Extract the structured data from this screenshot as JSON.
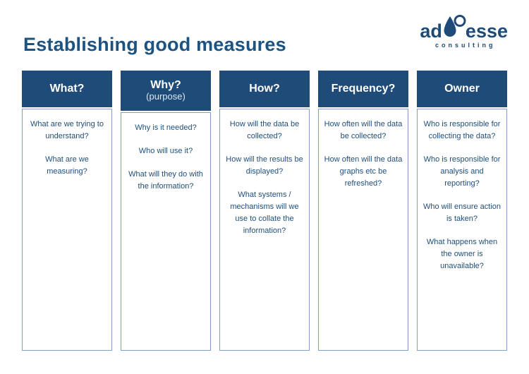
{
  "page_title": "Establishing good measures",
  "logo": {
    "text_left": "ad",
    "text_right": "esse",
    "tagline": "consulting"
  },
  "colors": {
    "header_navy": "#1e4b78",
    "title_blue": "#1c5380",
    "body_text_blue": "#1f4e79",
    "box_border_blue": "#7f9fc4",
    "subheader_light": "#dce8f3"
  },
  "columns": [
    {
      "header": "What?",
      "subheader": "",
      "questions": [
        "What are we trying to understand?",
        "What are we measuring?"
      ]
    },
    {
      "header": "Why?",
      "subheader": "(purpose)",
      "questions": [
        "Why is it needed?",
        "Who will use it?",
        "What will they do with the information?"
      ]
    },
    {
      "header": "How?",
      "subheader": "",
      "questions": [
        "How will the data be collected?",
        "How will the results be displayed?",
        "What systems / mechanisms will we use to collate the information?"
      ]
    },
    {
      "header": "Frequency?",
      "subheader": "",
      "questions": [
        "How often will the data be collected?",
        "How often will the data graphs etc be refreshed?"
      ]
    },
    {
      "header": "Owner",
      "subheader": "",
      "questions": [
        "Who is responsible for collecting the data?",
        "Who is responsible for analysis and reporting?",
        "Who will ensure action is taken?",
        "What happens when the owner is unavailable?"
      ]
    }
  ]
}
